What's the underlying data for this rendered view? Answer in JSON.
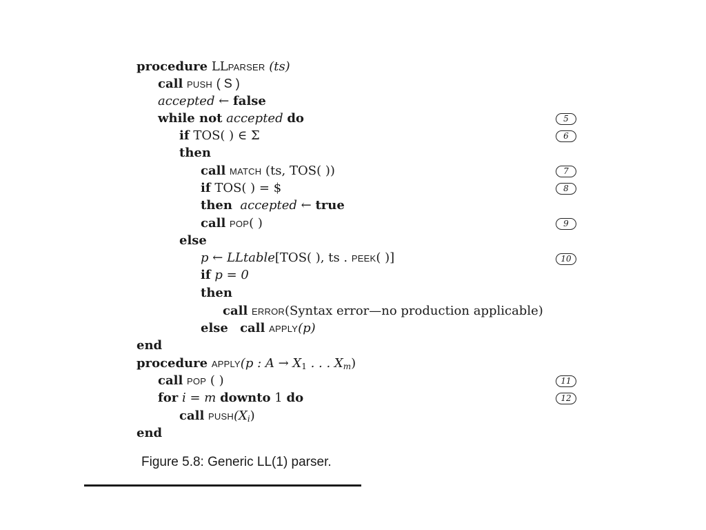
{
  "listing": {
    "proc1_kw": "procedure",
    "proc1_name": "LL",
    "proc1_name_sc": "PARSER",
    "proc1_params": "(ts)",
    "l2_call": "call",
    "l2_fn": "PUSH",
    "l2_args": "( S )",
    "l3_var": "accepted",
    "l3_op": "←",
    "l3_val": "false",
    "l4_while": "while not",
    "l4_var": "accepted",
    "l4_do": "do",
    "l5_if": "if",
    "l5_cond": "TOS( ) ∈ Σ",
    "l6_then": "then",
    "l7_call": "call",
    "l7_fn": "MATCH",
    "l7_args": "(ts, TOS( ))",
    "l8_if": "if",
    "l8_cond": "TOS( ) = $",
    "l9_then": "then",
    "l9_var": "accepted",
    "l9_op": "←",
    "l9_val": "true",
    "l10_call": "call",
    "l10_fn": "POP",
    "l10_args": "( )",
    "l11_else": "else",
    "l12_p": "p",
    "l12_op": "←",
    "l12_table": "LLtable",
    "l12_a": "[TOS( ), ts .",
    "l12_fn": "PEEK",
    "l12_b": "( )]",
    "l13_if": "if",
    "l13_cond": "p = 0",
    "l14_then": "then",
    "l15_call": "call",
    "l15_fn": "ERROR",
    "l15_args": "(Syntax error—no production applicable)",
    "l16_else": "else",
    "l16_call": "call",
    "l16_fn": "APPLY",
    "l16_args": "(p)",
    "l17_end": "end",
    "proc2_kw": "procedure",
    "proc2_fn": "APPLY",
    "proc2_a": "(p : A → X",
    "proc2_s1": "1",
    "proc2_b": " . . . X",
    "proc2_sm": "m",
    "proc2_c": ")",
    "l19_call": "call",
    "l19_fn": "POP",
    "l19_args": "( )",
    "l20_for": "for",
    "l20_expr": "i = m",
    "l20_downto": "downto",
    "l20_one": "1",
    "l20_do": "do",
    "l21_call": "call",
    "l21_fn": "PUSH",
    "l21_a": "(X",
    "l21_si": "i",
    "l21_b": ")",
    "l22_end": "end"
  },
  "markers": [
    "5",
    "6",
    "7",
    "8",
    "9",
    "10",
    "11",
    "12"
  ],
  "caption": "Figure 5.8: Generic LL(1) parser."
}
